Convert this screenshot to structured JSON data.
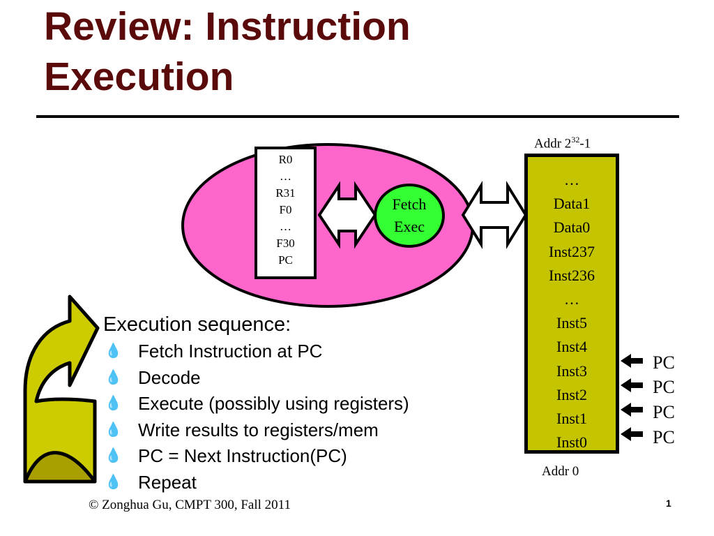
{
  "title": {
    "line1": "Review: Instruction",
    "line2": "Execution"
  },
  "cpu": {
    "registers": [
      "R0",
      "…",
      "R31",
      "F0",
      "…",
      "F30",
      "PC"
    ],
    "unit_line1": "Fetch",
    "unit_line2": "Exec"
  },
  "memory": {
    "addr_top_base": "Addr 2",
    "addr_top_exp": "32",
    "addr_top_tail": "-1",
    "addr_bottom": "Addr 0",
    "cells": [
      "…",
      "Data1",
      "Data0",
      "Inst237",
      "Inst236",
      "…",
      "Inst5",
      "Inst4",
      "Inst3",
      "Inst2",
      "Inst1",
      "Inst0"
    ],
    "pc_labels": [
      "PC",
      "PC",
      "PC",
      "PC"
    ]
  },
  "sequence": {
    "heading": "Execution sequence:",
    "bullet_glyph": "💧",
    "steps": [
      "Fetch Instruction at PC",
      "Decode",
      "Execute (possibly using registers)",
      "Write results to registers/mem",
      "PC = Next Instruction(PC)",
      "Repeat"
    ]
  },
  "footer": {
    "credit": "© Zonghua Gu, CMPT 300, Fall 2011",
    "page": "1"
  },
  "colors": {
    "title": "#5a0a0a",
    "cpu_ellipse": "#ff66cc",
    "fetch_unit": "#33ff33",
    "memory": "#c4c400",
    "cycle_arrow": "#cccc00"
  }
}
